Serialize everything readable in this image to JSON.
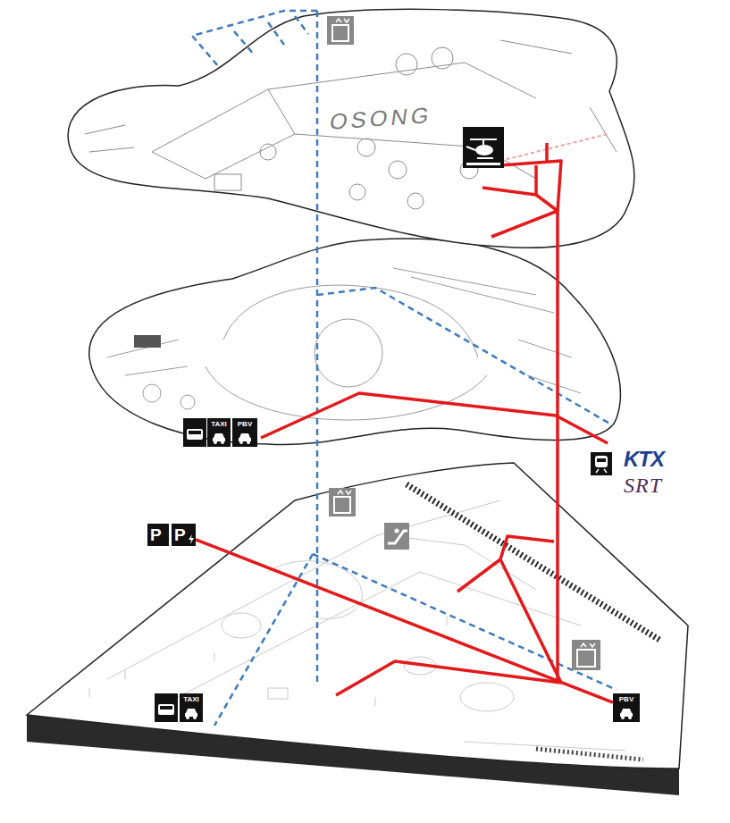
{
  "diagram": {
    "nodes": [
      {
        "text": [
          "TAXI"
        ]
      },
      {
        "text": [
          "PBV"
        ]
      },
      {
        "text": [
          "P"
        ]
      },
      {
        "text": [
          "P"
        ]
      },
      {
        "text": [
          "TAXI"
        ]
      },
      {
        "text": [
          "PBV"
        ]
      }
    ],
    "edges": [
      {
        "from": 3,
        "to": 5,
        "arrow": "none"
      }
    ],
    "labels": [
      "OSONG",
      "KTX",
      "SRT"
    ]
  }
}
